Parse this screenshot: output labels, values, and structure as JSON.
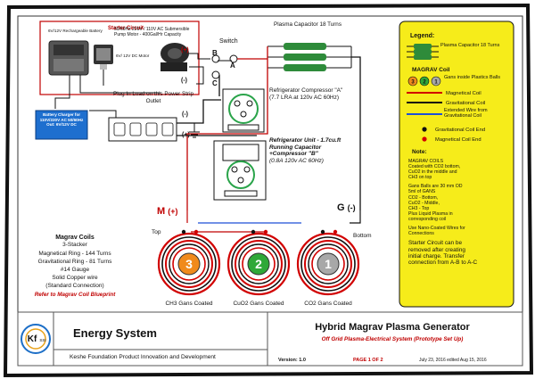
{
  "starter_circuit": {
    "title": "Starter Circuit",
    "battery_label": "6V/12V Rechargeable Battery",
    "pump_label": "50/60Hz 220V / 110V AC Submersible Pump Motor - 400Gal/Hr Capacity",
    "motor_label": "6V/ 12V DC Motor"
  },
  "charger": {
    "label": "Battery Charger for 110V/220V AC 50/60Hz Out: 6V/12V DC"
  },
  "power_strip": {
    "label": "Plug In Load on this Power Strip Outlet"
  },
  "switch": {
    "title": "Switch",
    "a": "A",
    "b": "B",
    "c": "C"
  },
  "plasma_capacitor": {
    "label": "Plasma Capacitor 18 Turns"
  },
  "compressor_a": {
    "title": "Refrigerator Compressor \"A\"",
    "spec": "(7.7 LRA at 120v AC 60Hz)"
  },
  "compressor_b": {
    "title": "Refrigerator Unit - 1.7cu.ft Running Capacitor +Compressor \"B\"",
    "spec": "(0.8A 120v AC 60Hz)"
  },
  "terminals": {
    "m": "M",
    "g": "G",
    "plus": "(+)",
    "minus": "(-)"
  },
  "coil_labels": {
    "top": "Top",
    "bottom": "Bottom"
  },
  "coils": [
    {
      "number": "3",
      "caption": "CH3 Gans Coated",
      "color": "#f08a1c"
    },
    {
      "number": "2",
      "caption": "CuO2 Gans Coated",
      "color": "#2fa838"
    },
    {
      "number": "1",
      "caption": "CO2 Gans Coated",
      "color": "#a8a8a8"
    }
  ],
  "magrav_coils": {
    "title": "Magrav Coils",
    "stacker": "3-Stacker",
    "magnetical": "Magnetical Ring - 144 Turns",
    "gravitational": "Gravitational Ring - 81 Turns",
    "gauge": "#14 Gauge",
    "wire": "Solid Copper wire",
    "standard": "(Standard Connection)",
    "reference": "Refer to Magrav Coil Blueprint"
  },
  "legend": {
    "title": "Legend:",
    "plasma_capacitor": "Plasma Capacitor 18 Turns",
    "magrav_coil": "MAGRAV Coil",
    "coil_numbers": [
      "3",
      "2",
      "1"
    ],
    "gans_balls": "Gans inside Plastics Balls",
    "magnetical_coil": "Magnetical Coil",
    "gravitational_coil": "Gravitational Coil",
    "extended_wire": "Extended Wire from Gravitational Coil",
    "grav_end": "Gravitational Coil End",
    "mag_end": "Magnetical Coil End",
    "colors": {
      "magnetical": "#d10000",
      "gravitational": "#111111",
      "extended": "#1d4fd8",
      "panel": "#f6ec1a"
    }
  },
  "note": {
    "title": "Note:",
    "p1": [
      "MAGRAV COILS",
      "Coated with CO2 bottom,",
      "CuO2 in the middle and",
      "CH3 on top"
    ],
    "p2": [
      "Gans Balls are 30 mm OD",
      "5ml of GANS",
      "CO2 - Bottom,",
      "CuO2 - Middle,",
      "CH3 - Top",
      "Plus  Liquid Plasma in",
      "corresponding coil"
    ],
    "p3": [
      "Use Nano-Coated Wires for",
      "Connections"
    ],
    "p4": [
      "Starter Circuit can be",
      "removed after creating",
      "initial charge. Transfer",
      "connection from A-B to A-C"
    ]
  },
  "title_block": {
    "logo_text": "Kf",
    "logo_sub": "SSI",
    "system": "Energy System",
    "org": "Keshe Foundation Product Innovation and Development",
    "title": "Hybrid Magrav Plasma Generator",
    "subtitle": "Off Grid Plasma-Electrical System (Prototype Set Up)",
    "version": "Version: 1.0",
    "page": "PAGE 1 OF 2",
    "date": "July 23, 2016  edited Aug 15, 2016"
  }
}
